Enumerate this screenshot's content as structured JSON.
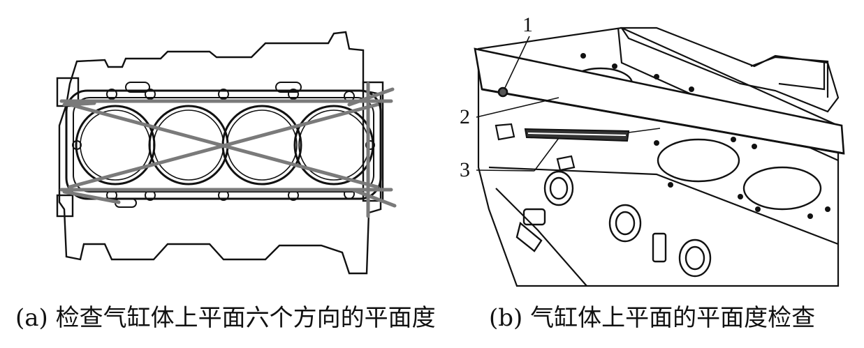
{
  "figure": {
    "panel_a": {
      "caption": "(a) 检查气缸体上平面六个方向的平面度",
      "cylinders": 4,
      "measure_directions": 6,
      "line_color": "#7a7a7a"
    },
    "panel_b": {
      "caption": "(b) 气缸体上平面的平面度检查",
      "callouts": [
        "1",
        "2",
        "3"
      ]
    }
  }
}
